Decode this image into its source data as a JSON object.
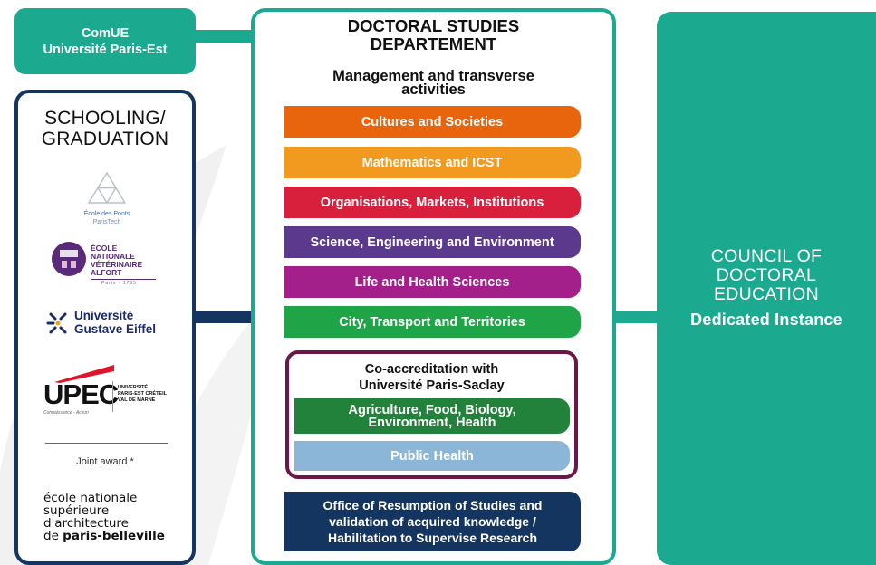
{
  "comue": {
    "line1": "ComUE",
    "line2": "Université Paris-Est"
  },
  "schooling": {
    "title_line1": "SCHOOLING/",
    "title_line2": "GRADUATION",
    "logos": {
      "enpc": {
        "line1": "École des Ponts",
        "line2": "ParisTech"
      },
      "envalfort": {
        "line1": "ÉCOLE",
        "line2": "NATIONALE",
        "line3": "VÉTÉRINAIRE",
        "line4": "ALFORT",
        "sub": "Paris - 1765"
      },
      "ugs": {
        "line1": "Université",
        "line2": "Gustave Eiffel"
      },
      "upec": {
        "big": "UPEC",
        "side1": "UNIVERSITÉ",
        "side2": "PARIS-EST CRÉTEIL",
        "side3": "VAL DE MARNE",
        "tag": "Connaissance - Action"
      }
    },
    "joint_award": "Joint award *",
    "ensa": {
      "line1": "école nationale",
      "line2": "supérieure",
      "line3": "d'architecture",
      "line4_prefix": "de ",
      "line4_bold": "paris-belleville"
    }
  },
  "dept": {
    "title_line1": "DOCTORAL STUDIES",
    "title_line2": "DEPARTEMENT",
    "subtitle_line1": "Management and transverse",
    "subtitle_line2": "activities",
    "schools": [
      {
        "label": "Cultures and Societies",
        "color": "#e8650e"
      },
      {
        "label": "Mathematics and ICST",
        "color": "#f29a1f"
      },
      {
        "label": "Organisations, Markets, Institutions",
        "color": "#d81f3c"
      },
      {
        "label": "Science, Engineering and Environment",
        "color": "#5b3a8e"
      },
      {
        "label": "Life and Health Sciences",
        "color": "#a3208a"
      },
      {
        "label": "City, Transport and Territories",
        "color": "#1fa447"
      }
    ],
    "coaccreditation": {
      "title_line1": "Co-accreditation with",
      "title_line2": "Université Paris-Saclay",
      "agri_line1": "Agriculture, Food, Biology,",
      "agri_line2": "Environment, Health",
      "agri_color": "#22823b",
      "public_health": "Public Health",
      "public_health_color": "#8cb6d8",
      "border_color": "#6b1747"
    },
    "office": {
      "line1": "Office of Resumption of Studies and",
      "line2": "validation of acquired knowledge /",
      "line3": "Habilitation to Supervise Research",
      "color": "#13355f"
    }
  },
  "council": {
    "line1": "COUNCIL OF",
    "line2": "DOCTORAL",
    "line3": "EDUCATION",
    "sub": "Dedicated Instance"
  },
  "colors": {
    "teal": "#1ba98f",
    "navy": "#13355f"
  }
}
